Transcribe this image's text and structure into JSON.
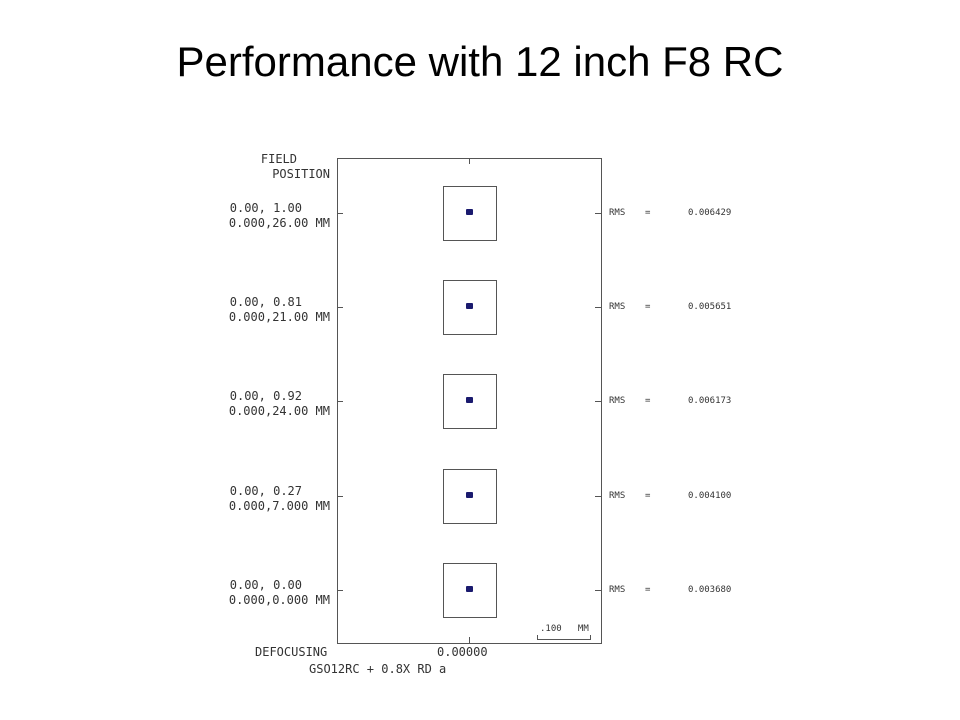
{
  "title": "Performance with 12 inch F8 RC",
  "header": {
    "line1": "FIELD",
    "line2": "POSITION"
  },
  "fields": [
    {
      "rel": "0.00, 1.00",
      "abs": "0.000,26.00 MM",
      "rms_label": "RMS",
      "eq": "=",
      "rms": "0.006429"
    },
    {
      "rel": "0.00, 0.81",
      "abs": "0.000,21.00 MM",
      "rms_label": "RMS",
      "eq": "=",
      "rms": "0.005651"
    },
    {
      "rel": "0.00, 0.92",
      "abs": "0.000,24.00 MM",
      "rms_label": "RMS",
      "eq": "=",
      "rms": "0.006173"
    },
    {
      "rel": "0.00, 0.27",
      "abs": "0.000,7.000 MM",
      "rms_label": "RMS",
      "eq": "=",
      "rms": "0.004100"
    },
    {
      "rel": "0.00, 0.00",
      "abs": "0.000,0.000 MM",
      "rms_label": "RMS",
      "eq": "=",
      "rms": "0.003680"
    }
  ],
  "scale_label": ".100   MM",
  "defocus_label": "DEFOCUSING",
  "defocus_value": "0.00000",
  "caption": "GSO12RC + 0.8X RD a",
  "spot_color": "#1a1a6e"
}
